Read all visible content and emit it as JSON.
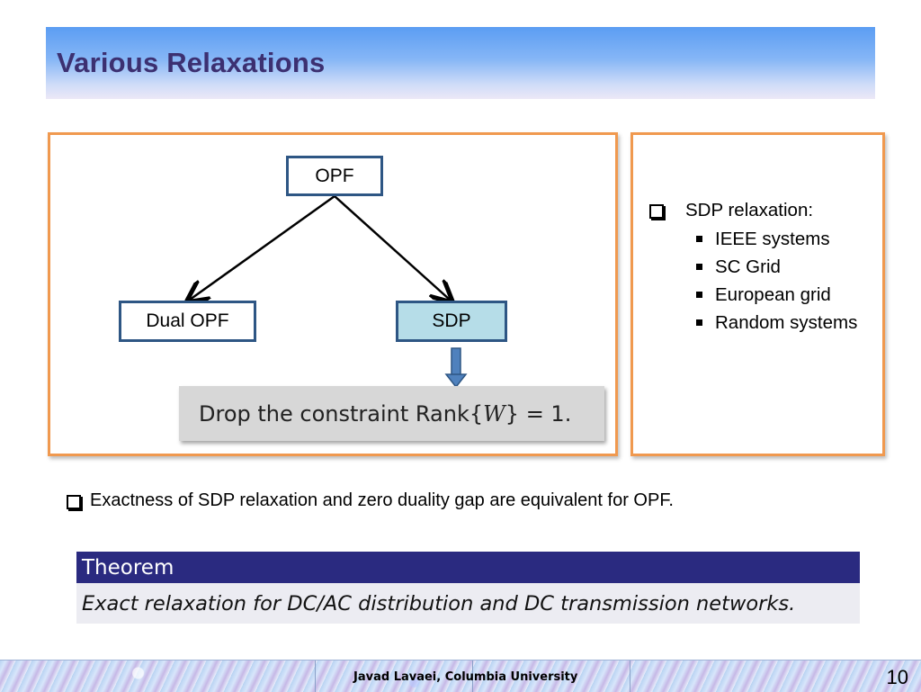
{
  "slide": {
    "title": "Various Relaxations"
  },
  "diagram": {
    "root": "OPF",
    "left_child": "Dual OPF",
    "right_child": "SDP",
    "constraint_prefix": "Drop the constraint Rank{",
    "constraint_var": "W",
    "constraint_suffix": "} = 1."
  },
  "sidebar": {
    "heading": "SDP relaxation:",
    "items": [
      "IEEE systems",
      "SC Grid",
      "European grid",
      "Random systems"
    ]
  },
  "main_bullet": "Exactness of SDP relaxation and zero duality gap are equivalent for OPF.",
  "theorem": {
    "header": "Theorem",
    "body": "Exact relaxation for DC/AC distribution and DC transmission networks."
  },
  "footer": {
    "author": "Javad Lavaei, Columbia University",
    "page_number": "10"
  }
}
